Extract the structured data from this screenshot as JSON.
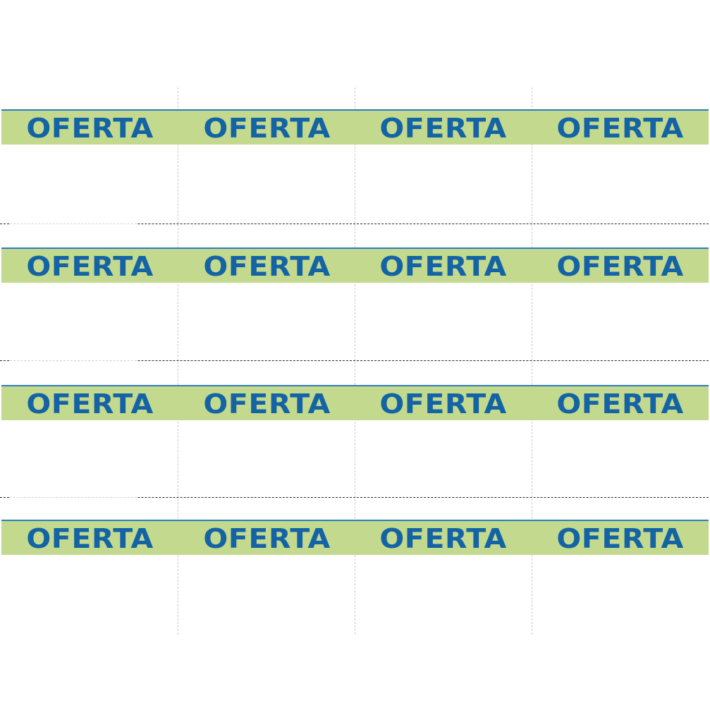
{
  "sheet": {
    "rows": [
      {
        "labels": [
          "OFERTA",
          "OFERTA",
          "OFERTA",
          "OFERTA"
        ]
      },
      {
        "labels": [
          "OFERTA",
          "OFERTA",
          "OFERTA",
          "OFERTA"
        ]
      },
      {
        "labels": [
          "OFERTA",
          "OFERTA",
          "OFERTA",
          "OFERTA"
        ]
      },
      {
        "labels": [
          "OFERTA",
          "OFERTA",
          "OFERTA",
          "OFERTA"
        ]
      }
    ]
  },
  "colors": {
    "strip_background": "#c2d98e",
    "strip_top_border": "#2e7cc0",
    "label_text": "#1463a5",
    "cut_line": "#2b2b2b",
    "guide_line": "#c8c8c8"
  }
}
